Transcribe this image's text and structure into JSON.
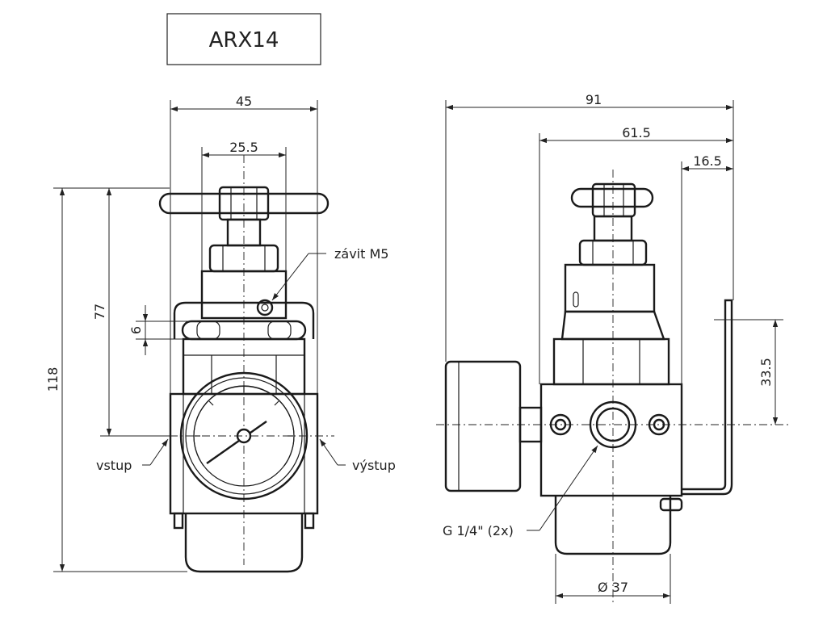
{
  "title": "ARX14",
  "front_view": {
    "dim_width": "45",
    "dim_stem": "25.5",
    "dim_height_total": "118",
    "dim_height_upper": "77",
    "dim_slot": "6",
    "label_thread": "závit M5",
    "label_inlet": "vstup",
    "label_outlet": "výstup"
  },
  "side_view": {
    "dim_total": "91",
    "dim_body": "61.5",
    "dim_bracket": "16.5",
    "dim_bracket_height": "33.5",
    "dim_bowl_diameter": "Ø 37",
    "label_port": "G 1/4\" (2x)"
  }
}
